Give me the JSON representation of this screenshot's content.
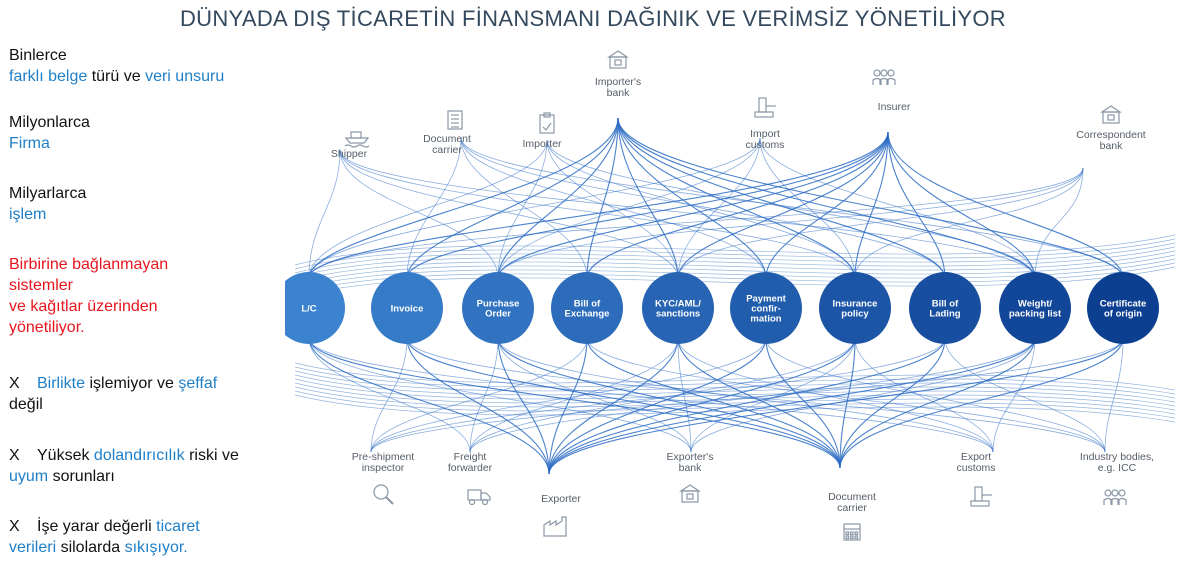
{
  "title": "DÜNYADA DIŞ TİCARETİN FİNANSMANI DAĞINIK VE VERİMSİZ YÖNETİLİYOR",
  "left": {
    "b1_line1": "Binlerce",
    "b1_l2a": "farklı belge",
    "b1_l2b": " türü ve ",
    "b1_l2c": "veri unsuru",
    "b2_line1": "Milyonlarca",
    "b2_line2": "Firma",
    "b3_line1": "Milyarlarca",
    "b3_line2": "işlem",
    "b4_line1": "Birbirine bağlanmayan",
    "b4_line2": "sistemler",
    "b4_line3": "ve kağıtlar üzerinden",
    "b4_line4": "yönetiliyor.",
    "x_mark": "X",
    "x1_a": "Birlikte",
    "x1_b": " işlemiyor ve ",
    "x1_c": "şeffaf",
    "x1_d": "değil",
    "x2_a": "Yüksek ",
    "x2_b": "dolandırıcılık",
    "x2_c": " riski ve",
    "x2_d": "uyum",
    "x2_e": " sorunları",
    "x3_a": "İşe yarar değerli ",
    "x3_b": "ticaret",
    "x3_c": "verileri",
    "x3_d": " silolarda ",
    "x3_e": "sıkışıyor."
  },
  "documents": [
    {
      "lines": [
        "L/C"
      ]
    },
    {
      "lines": [
        "Invoice"
      ]
    },
    {
      "lines": [
        "Purchase",
        "Order"
      ]
    },
    {
      "lines": [
        "Bill of",
        "Exchange"
      ]
    },
    {
      "lines": [
        "KYC/AML/",
        "sanctions"
      ]
    },
    {
      "lines": [
        "Payment",
        "confir-",
        "mation"
      ]
    },
    {
      "lines": [
        "Insurance",
        "policy"
      ]
    },
    {
      "lines": [
        "Bill of",
        "Lading"
      ]
    },
    {
      "lines": [
        "Weight/",
        "packing list"
      ]
    },
    {
      "lines": [
        "Certificate",
        "of origin"
      ]
    }
  ],
  "top_parties": [
    {
      "lines": [
        "Shipper"
      ],
      "icon": "ship-icon"
    },
    {
      "lines": [
        "Document",
        "carrier"
      ],
      "icon": "document-icon"
    },
    {
      "lines": [
        "Importer"
      ],
      "icon": "clipboard-icon"
    },
    {
      "lines": [
        "Importer's",
        "bank"
      ],
      "icon": "bank-icon"
    },
    {
      "lines": [
        "Import",
        "customs"
      ],
      "icon": "customs-icon"
    },
    {
      "lines": [
        "Insurer"
      ],
      "icon": "people-icon"
    },
    {
      "lines": [
        "Correspondent",
        "bank"
      ],
      "icon": "bank-icon"
    }
  ],
  "bottom_parties": [
    {
      "lines": [
        "Pre-shipment",
        "inspector"
      ],
      "icon": "magnifier-icon"
    },
    {
      "lines": [
        "Freight",
        "forwarder"
      ],
      "icon": "truck-icon"
    },
    {
      "lines": [
        "Exporter"
      ],
      "icon": "factory-icon"
    },
    {
      "lines": [
        "Exporter's",
        "bank"
      ],
      "icon": "bank-icon"
    },
    {
      "lines": [
        "Document",
        "carrier"
      ],
      "icon": "calendar-icon"
    },
    {
      "lines": [
        "Export",
        "customs"
      ],
      "icon": "customs-icon"
    },
    {
      "lines": [
        "Industry bodies,",
        "e.g. ICC"
      ],
      "icon": "people-icon"
    }
  ],
  "colors": {
    "node_light": "#3b82cf",
    "node_dark": "#0d3f91",
    "line": "#2b6cc4",
    "label": "#555e68",
    "icon": "#8a97a6"
  }
}
